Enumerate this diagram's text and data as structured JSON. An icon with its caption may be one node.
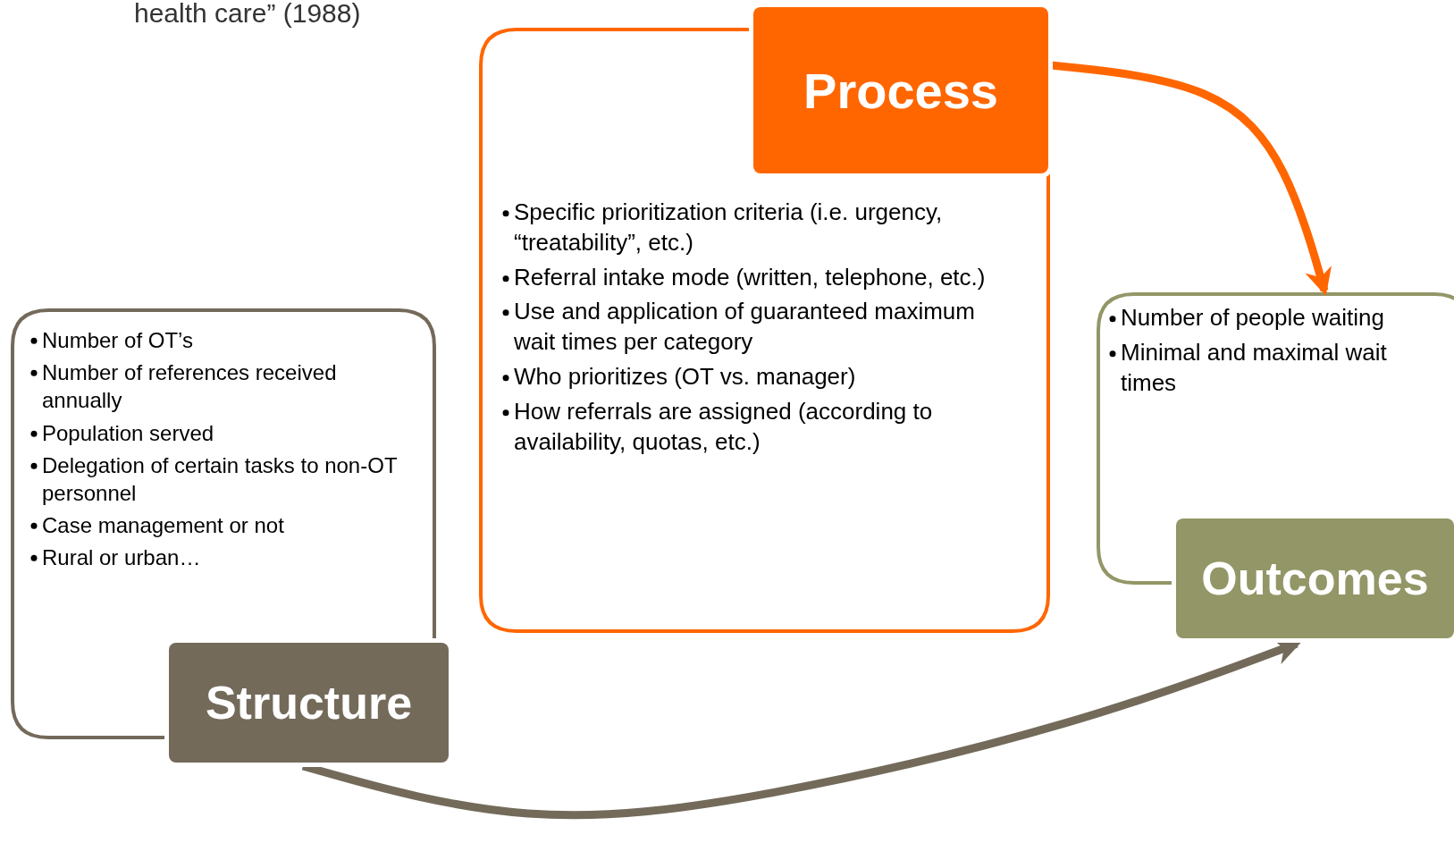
{
  "diagram": {
    "title": "health care” (1988)",
    "nodes": [
      {
        "text": [
          "Number of OT’s",
          "Number of references received annually",
          "Population served",
          "Delegation of certain tasks to non-OT personnel",
          "Case management or not",
          "Rural or urban…"
        ]
      },
      {
        "text": [
          "Structure"
        ]
      },
      {
        "text": [
          "Process"
        ]
      },
      {
        "text": [
          "Specific prioritization criteria (i.e. urgency, “treatability”, etc.)",
          "Referral intake mode (written, telephone, etc.)",
          "Use and application of guaranteed maximum wait times per category",
          "Who prioritizes (OT vs. manager)",
          "How referrals are assigned (according to availability, quotas, etc.)"
        ]
      },
      {
        "text": [
          "Number of people waiting",
          "Minimal and maximal wait times"
        ]
      },
      {
        "text": [
          "Outcomes"
        ]
      }
    ],
    "edges": [
      {
        "from": 2,
        "to": 4,
        "arrow": "to",
        "color": "#ff6600"
      },
      {
        "from": 1,
        "to": 5,
        "arrow": "to",
        "color": "#736a5a"
      }
    ]
  }
}
